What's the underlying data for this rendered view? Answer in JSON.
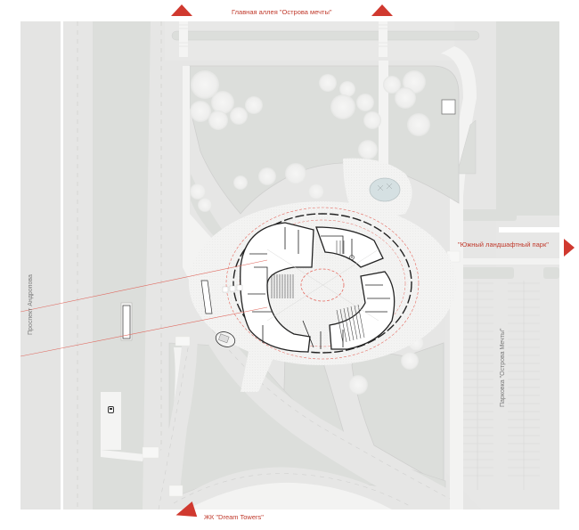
{
  "map": {
    "type": "architectural site plan",
    "colors": {
      "accent": "#d0392f",
      "label_red": "#c0392b",
      "background": "#ffffff",
      "road": "#e6e6e5",
      "lawn": "#dcdedb",
      "path": "#f4f4f3",
      "building_line": "#222222",
      "pond": "#d5e0e2",
      "tree": "#f0f0ef",
      "vertical_label": "#7a7a7a"
    }
  },
  "labels": {
    "main_alley": "Главная аллея \"Острова мечты\"",
    "south_park": "\"Южный ландшафтный парк\"",
    "dream_towers": "ЖК \"Dream Towers\"",
    "andropov_avenue": "Проспект Андропова",
    "parking": "Парковка \"Острова Мечты\""
  },
  "arrows": [
    {
      "id": "north-left",
      "direction": "up"
    },
    {
      "id": "north-right",
      "direction": "up"
    },
    {
      "id": "east",
      "direction": "right"
    },
    {
      "id": "south-west",
      "direction": "down-left"
    }
  ],
  "icons": {
    "bus_stop": "bus-icon"
  }
}
